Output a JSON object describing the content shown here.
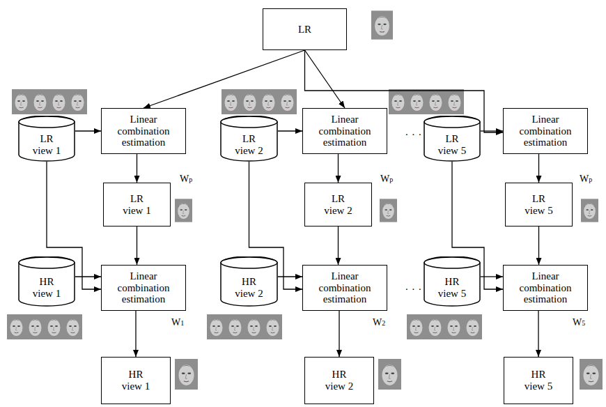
{
  "diagram": {
    "nodes": [
      {
        "text": [
          "LR"
        ]
      },
      {
        "text": [
          "LR view 1"
        ]
      },
      {
        "text": [
          "Linear combination estimation"
        ]
      },
      {
        "text": [
          "LR view 2"
        ]
      },
      {
        "text": [
          "Linear combination estimation"
        ]
      },
      {
        "text": [
          "LR view 5"
        ]
      },
      {
        "text": [
          "Linear combination estimation"
        ]
      },
      {
        "text": [
          "LR view 1"
        ]
      },
      {
        "text": [
          "LR view 2"
        ]
      },
      {
        "text": [
          "LR view 5"
        ]
      },
      {
        "text": [
          "HR view 1"
        ]
      },
      {
        "text": [
          "Linear combination estimation"
        ]
      },
      {
        "text": [
          "HR view 2"
        ]
      },
      {
        "text": [
          "Linear combination estimation"
        ]
      },
      {
        "text": [
          "HR view 5"
        ]
      },
      {
        "text": [
          "Linear combination estimation"
        ]
      },
      {
        "text": [
          "HR view 1"
        ]
      },
      {
        "text": [
          "HR view 2"
        ]
      },
      {
        "text": [
          "HR view 5"
        ]
      }
    ],
    "edges": [
      {
        "from": 0,
        "to": 2,
        "arrow": "to"
      },
      {
        "from": 0,
        "to": 4,
        "arrow": "to"
      },
      {
        "from": 0,
        "to": 6,
        "arrow": "to"
      },
      {
        "from": 1,
        "to": 2,
        "arrow": "to"
      },
      {
        "from": 3,
        "to": 4,
        "arrow": "to"
      },
      {
        "from": 5,
        "to": 6,
        "arrow": "to"
      },
      {
        "from": 2,
        "to": 7,
        "arrow": "to"
      },
      {
        "from": 4,
        "to": 8,
        "arrow": "to"
      },
      {
        "from": 6,
        "to": 9,
        "arrow": "to"
      },
      {
        "from": 7,
        "to": 11,
        "arrow": "to"
      },
      {
        "from": 8,
        "to": 13,
        "arrow": "to"
      },
      {
        "from": 9,
        "to": 15,
        "arrow": "to"
      },
      {
        "from": 1,
        "to": 11,
        "arrow": "to"
      },
      {
        "from": 3,
        "to": 13,
        "arrow": "to"
      },
      {
        "from": 5,
        "to": 15,
        "arrow": "to"
      },
      {
        "from": 10,
        "to": 11,
        "arrow": "to"
      },
      {
        "from": 12,
        "to": 13,
        "arrow": "to"
      },
      {
        "from": 14,
        "to": 15,
        "arrow": "to"
      },
      {
        "from": 11,
        "to": 16,
        "arrow": "to"
      },
      {
        "from": 13,
        "to": 17,
        "arrow": "to"
      },
      {
        "from": 15,
        "to": 18,
        "arrow": "to"
      }
    ],
    "labels": [
      "Wp",
      "Wp",
      ". . .",
      "Wp",
      "W1",
      "W2",
      ". . .",
      "W5"
    ]
  }
}
